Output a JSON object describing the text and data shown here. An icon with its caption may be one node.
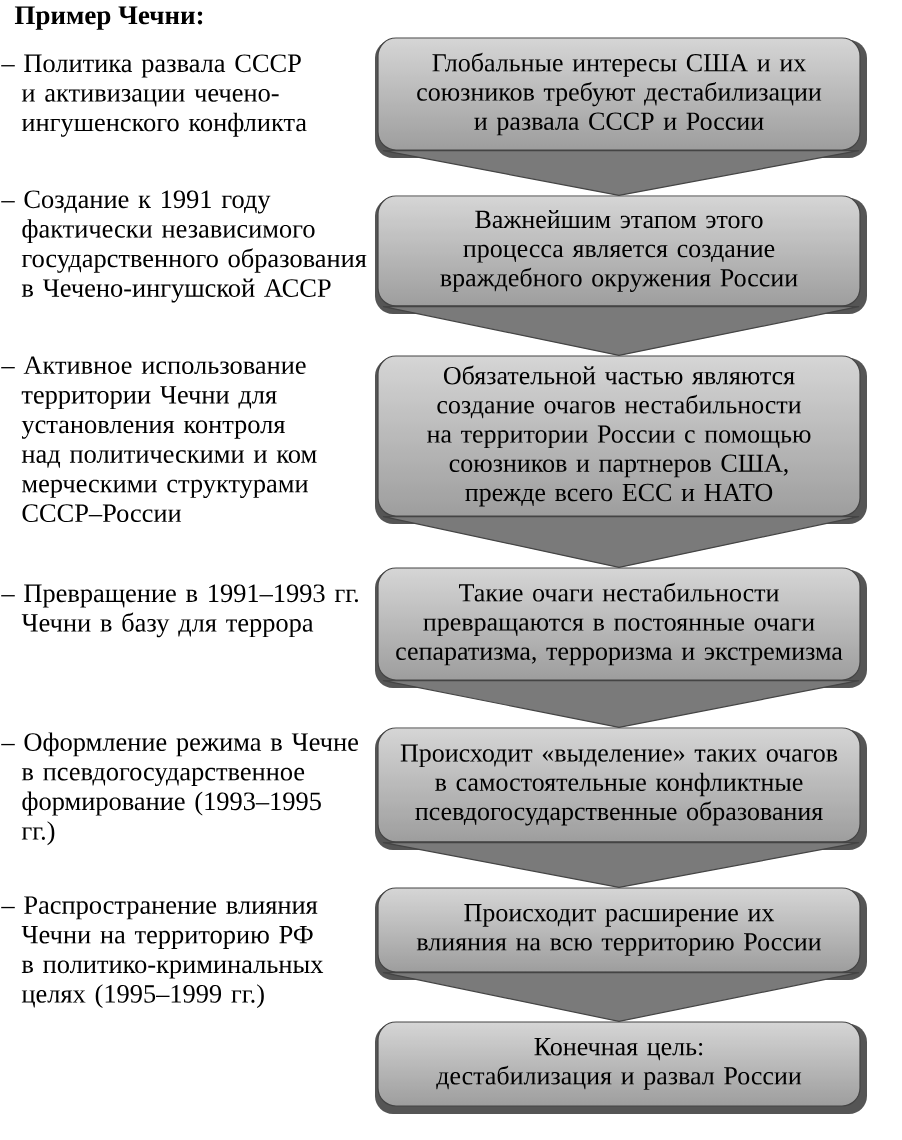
{
  "diagram": {
    "title": "Пример Чечни:",
    "nodes": [
      {
        "text": [
          "Глобальные интересы США и их союзников требуют дестабилизации и развала СССР и России"
        ]
      },
      {
        "text": [
          "Важнейшим этапом этого процесса является создание враждебного окружения России"
        ]
      },
      {
        "text": [
          "Обязательной частью являются создание очагов нестабильности на территории России с помощью союзников и партнеров США, прежде всего ЕСС и НАТО"
        ]
      },
      {
        "text": [
          "Такие очаги нестабильности превращаются в постоянные очаги сепаратизма, терроризма и экстремизма"
        ]
      },
      {
        "text": [
          "Происходит «выделение» таких очагов в самостоятельные конфликтные псевдогосударственные образования"
        ]
      },
      {
        "text": [
          "Происходит расширение их влияния на всю территорию России"
        ]
      },
      {
        "text": [
          "Конечная цель:",
          "дестабилизация и развал России"
        ]
      }
    ],
    "edges": [
      {
        "from": 0,
        "to": 1,
        "arrow": "to"
      },
      {
        "from": 1,
        "to": 2,
        "arrow": "to"
      },
      {
        "from": 2,
        "to": 3,
        "arrow": "to"
      },
      {
        "from": 3,
        "to": 4,
        "arrow": "to"
      },
      {
        "from": 4,
        "to": 5,
        "arrow": "to"
      },
      {
        "from": 5,
        "to": 6,
        "arrow": "to"
      }
    ],
    "labels": [
      "– Политика развала СССР и активизации чечено-ингушенского конфликта",
      "– Создание к 1991 году фактически независимого государственного образования в Чечено-ингушской АССР",
      "– Активное использование территории Чечни для установления контроля над политическими и ком мерческими структурами СССР–России",
      "– Превращение в 1991–1993 гг. Чечни в базу для террора",
      "– Оформление режима в Чечне в псевдогосударственное формирование (1993–1995 гг.)",
      "– Распространение влияния Чечни на территорию РФ в политико-криминальных целях (1995–1999 гг.)"
    ]
  }
}
